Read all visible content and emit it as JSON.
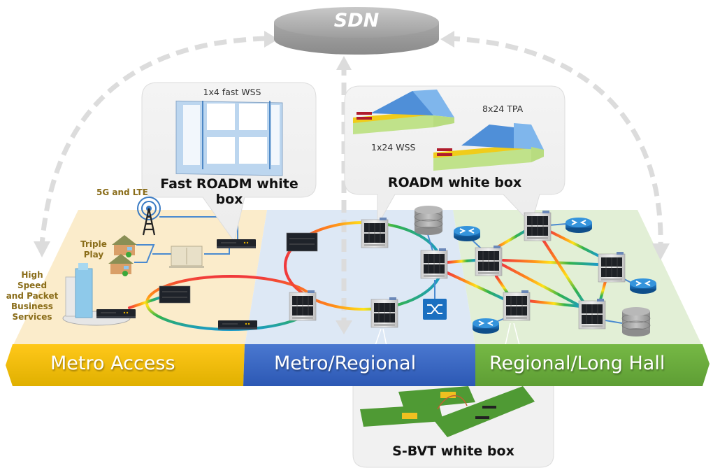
{
  "controller": {
    "label": "SDN",
    "color": "#9a9a9a"
  },
  "callouts": {
    "fast_roadm": {
      "caption": "1x4 fast WSS",
      "title": "Fast ROADM white box"
    },
    "roadm": {
      "caption_a": "8x24 TPA",
      "caption_b": "1x24 WSS",
      "title": "ROADM white box"
    },
    "sbvt": {
      "title": "S-BVT white box"
    }
  },
  "services": {
    "wireless": "5G and LTE",
    "triple_play": [
      "Triple",
      "Play"
    ],
    "business": [
      "High Speed",
      "and Packet",
      "Business",
      "Services"
    ]
  },
  "segments": [
    {
      "label": "Metro Access",
      "color": "#f2b800",
      "area_color": "#fbeccb"
    },
    {
      "label": "Metro/Regional",
      "color": "#3a67c4",
      "area_color": "#dde8f5"
    },
    {
      "label": "Regional/Long Hall",
      "color": "#6aab3c",
      "area_color": "#e2efd6"
    }
  ],
  "icons": {
    "antenna": "cell-tower-icon",
    "house": "house-icon",
    "cabinet": "street-cabinet-icon",
    "building": "office-building-icon",
    "switch": "optical-switch-icon",
    "router": "router-icon",
    "database": "database-icon",
    "crossconnect": "crossconnect-icon"
  }
}
